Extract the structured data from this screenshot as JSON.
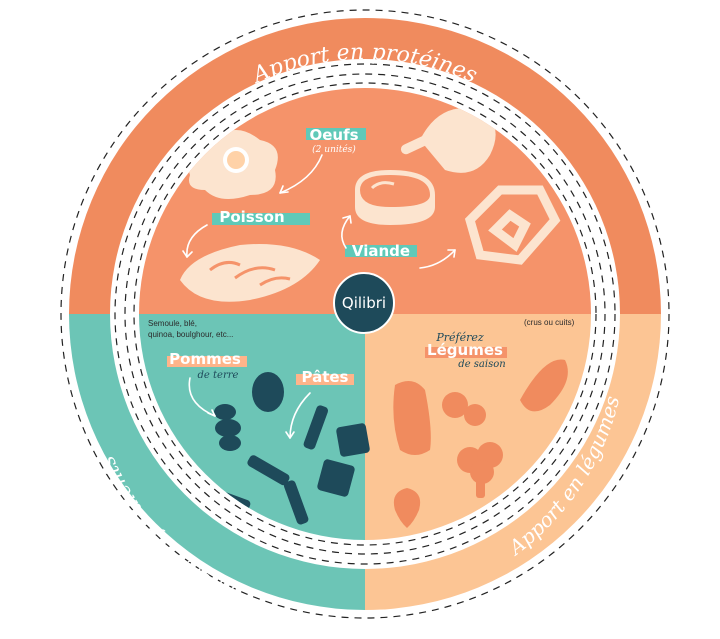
{
  "brand": {
    "logo_text": "Qilibri"
  },
  "sections": {
    "proteins": {
      "ring_label": "Apport en protéines",
      "color": "#F5936A",
      "ring_color": "#F08B5E"
    },
    "starches": {
      "ring_label": "Apport en féculents",
      "color": "#6CC5B6",
      "ring_color": "#6CC5B6",
      "note": [
        "Semoule, blé,",
        "quinoa, boulghour, etc..."
      ]
    },
    "vegetables": {
      "ring_label": "Apport en légumes",
      "color": "#FCC594",
      "ring_color": "#FCC594",
      "note": "(crus ou cuits)"
    }
  },
  "labels": {
    "oeufs": "Oeufs",
    "oeufs_sub": "(2 unités)",
    "poisson": "Poisson",
    "viande": "Viande",
    "pommes": "Pommes",
    "pommes_sub": "de terre",
    "pates": "Pâtes",
    "preferez": "Préférez",
    "legumes": "Légumes",
    "legumes_sub": "de saison"
  },
  "colors": {
    "dark": "#1E4A5A",
    "accent_teal": "#5FC9B8",
    "accent_peach": "#FFB48A",
    "cream": "#FCE4CF"
  }
}
